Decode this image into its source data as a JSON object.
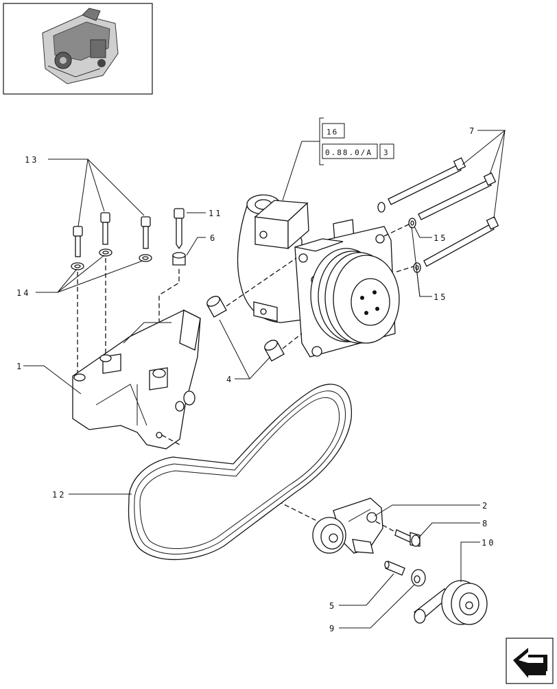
{
  "reference_box": {
    "sheet": "16",
    "code": "0.88.0/A",
    "page": "3"
  },
  "callouts": {
    "c1": "1",
    "c2": "2",
    "c4": "4",
    "c5": "5",
    "c6": "6",
    "c7": "7",
    "c8": "8",
    "c9": "9",
    "c10": "10",
    "c11": "11",
    "c12": "12",
    "c13": "13",
    "c14": "14",
    "c15a": "15",
    "c15b": "15"
  },
  "icons": {
    "thumbnail": "engine-overview-thumbnail",
    "nav": "next-page-arrow-icon"
  }
}
